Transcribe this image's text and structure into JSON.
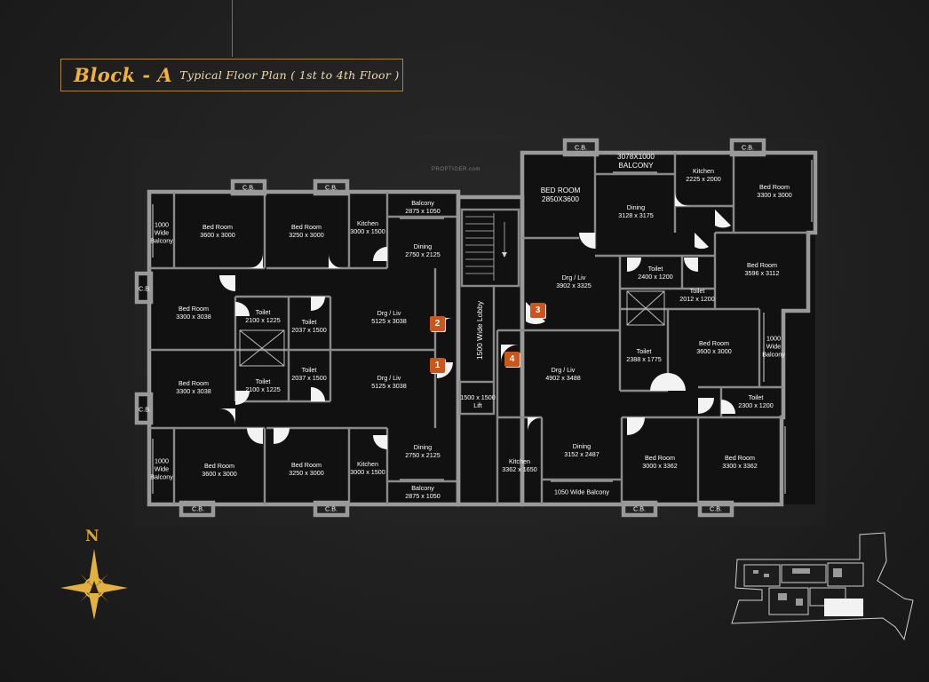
{
  "title": {
    "main": "Block - A",
    "sub": "Typical Floor Plan  ( 1st to 4th Floor )"
  },
  "watermark": "PROPTIGER.com",
  "lobby_label": "1500  Wide Lobby",
  "compass_letter": "N",
  "colors": {
    "accent_gold": "#f2b13a",
    "wall": "#8c8c8c",
    "floor": "#111111",
    "badge": "#c9561c"
  },
  "rooms": [
    {
      "name": "cb-l1",
      "text": "C.B."
    },
    {
      "name": "cb-l2",
      "text": "C.B."
    },
    {
      "name": "balcony-tl",
      "text": "1000\nWide\nBalcony"
    },
    {
      "name": "bedroom-tl1",
      "text": "Bed Room\n3600 x 3000"
    },
    {
      "name": "bedroom-tl2",
      "text": "Bed Room\n3250 x 3000"
    },
    {
      "name": "kitchen-tl",
      "text": "Kitchen\n3000 x 1500"
    },
    {
      "name": "balcony-top-l",
      "text": "Balcony\n2875 x 1050"
    },
    {
      "name": "dining-tl",
      "text": "Dining\n2750 x 2125"
    },
    {
      "name": "cb-side-1",
      "text": "C.B."
    },
    {
      "name": "bedroom-ml1",
      "text": "Bed Room\n3300 x 3038"
    },
    {
      "name": "toilet-ml1",
      "text": "Toilet\n2100 x 1225"
    },
    {
      "name": "toilet-ml2",
      "text": "Toilet\n2037 x 1500"
    },
    {
      "name": "drgliv-l1",
      "text": "Drg / Liv\n5125 x 3038"
    },
    {
      "name": "bedroom-ml2",
      "text": "Bed Room\n3300 x 3038"
    },
    {
      "name": "toilet-ml3",
      "text": "Toilet\n2037 x 1500"
    },
    {
      "name": "toilet-ml4",
      "text": "Toilet\n2100 x 1225"
    },
    {
      "name": "drgliv-l2",
      "text": "Drg / Liv\n5125 x 3038"
    },
    {
      "name": "cb-side-2",
      "text": "C.B."
    },
    {
      "name": "balcony-bl",
      "text": "1000\nWide\nBalcony"
    },
    {
      "name": "bedroom-bl1",
      "text": "Bed Room\n3600 x 3000"
    },
    {
      "name": "bedroom-bl2",
      "text": "Bed Room\n3250 x 3000"
    },
    {
      "name": "kitchen-bl",
      "text": "Kitchen\n3000 x 1500"
    },
    {
      "name": "dining-bl",
      "text": "Dining\n2750 x 2125"
    },
    {
      "name": "balcony-bot-l",
      "text": "Balcony\n2875 x 1050"
    },
    {
      "name": "cb-l3",
      "text": "C.B."
    },
    {
      "name": "cb-l4",
      "text": "C.B."
    },
    {
      "name": "lift",
      "text": "1500 x 1500\nLift"
    },
    {
      "name": "cb-r1",
      "text": "C.B."
    },
    {
      "name": "cb-r2",
      "text": "C.B."
    },
    {
      "name": "balcony-tr",
      "text": "3078X1000\nBALCONY"
    },
    {
      "name": "bedroom-tr1",
      "text": "BED ROOM\n2850X3600"
    },
    {
      "name": "kitchen-tr",
      "text": "Kitchen\n2225 x 2000"
    },
    {
      "name": "bedroom-tr2",
      "text": "Bed Room\n3300 x 3000"
    },
    {
      "name": "dining-tr",
      "text": "Dining\n3128 x 3175"
    },
    {
      "name": "drgliv-r1",
      "text": "Drg / Liv\n3902 x 3325"
    },
    {
      "name": "toilet-r1",
      "text": "Toilet\n2400 x 1200"
    },
    {
      "name": "toilet-r2",
      "text": "Toilet\n2012 x 1200"
    },
    {
      "name": "bedroom-r1",
      "text": "Bed Room\n3596 x 3112"
    },
    {
      "name": "drgliv-r2",
      "text": "Drg / Liv\n4902 x 3488"
    },
    {
      "name": "toilet-r3",
      "text": "Toilet\n2388 x 1775"
    },
    {
      "name": "bedroom-r2",
      "text": "Bed Room\n3600 x 3000"
    },
    {
      "name": "balcony-r",
      "text": "1000\nWide\nBalcony"
    },
    {
      "name": "toilet-r4",
      "text": "Toilet\n2300 x 1200"
    },
    {
      "name": "kitchen-br",
      "text": "Kitchen\n3362 x 1650"
    },
    {
      "name": "dining-br",
      "text": "Dining\n3152 x 2487"
    },
    {
      "name": "balcony-bot-r",
      "text": "1050 Wide Balcony"
    },
    {
      "name": "bedroom-br1",
      "text": "Bed Room\n3000 x 3362"
    },
    {
      "name": "bedroom-br2",
      "text": "Bed Room\n3300 x 3362"
    },
    {
      "name": "cb-r3",
      "text": "C.B."
    },
    {
      "name": "cb-r4",
      "text": "C.B."
    }
  ],
  "unit_badges": [
    "1",
    "2",
    "3",
    "4"
  ]
}
